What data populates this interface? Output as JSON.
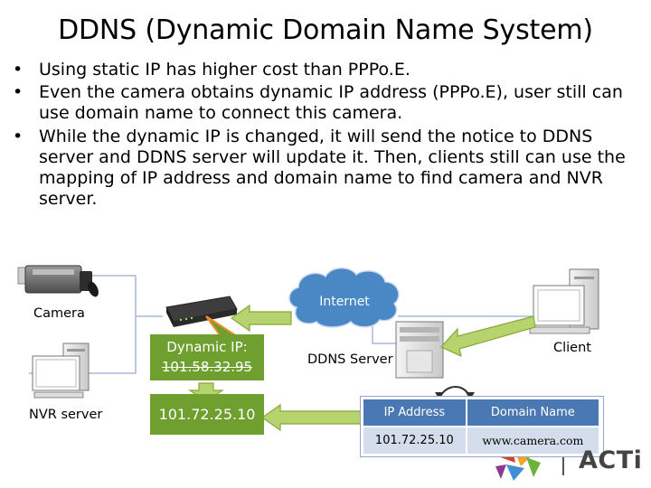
{
  "title": "DDNS (Dynamic Domain Name System)",
  "bullets": [
    "Using static IP has higher cost than PPPo.E.",
    "Even the camera obtains dynamic IP address (PPPo.E), user still can use domain name to connect this camera.",
    "While the dynamic IP is changed, it will send the notice to DDNS server and DDNS server will update it. Then, clients still can use the mapping of IP address and domain name to find camera and NVR server."
  ],
  "bullet_glyph": "•",
  "diagram": {
    "camera_label": "Camera",
    "nvr_label": "NVR server",
    "internet_label": "Internet",
    "ddns_label": "DDNS Server",
    "client_label": "Client",
    "dynamic_ip_label": "Dynamic IP:",
    "old_ip": "101.58.32.95",
    "new_ip": "101.72.25.10"
  },
  "mapping_table": {
    "headers": [
      "IP Address",
      "Domain Name"
    ],
    "rows": [
      [
        "101.72.25.10",
        "www.camera.com"
      ]
    ]
  },
  "brand": {
    "logo_text": "ACTi"
  },
  "colors": {
    "arrow_green": "#b7d36d",
    "arrow_stroke": "#86a83a",
    "box_green": "#6f9f2e",
    "cloud_blue": "#4a87c5",
    "table_header": "#4a78b2",
    "table_cell": "#d4ddec",
    "line_blue": "#aab9d8"
  },
  "icons": [
    "camera-icon",
    "router-icon",
    "cloud-icon",
    "computer-icon",
    "server-icon",
    "acti-logo-icon"
  ]
}
